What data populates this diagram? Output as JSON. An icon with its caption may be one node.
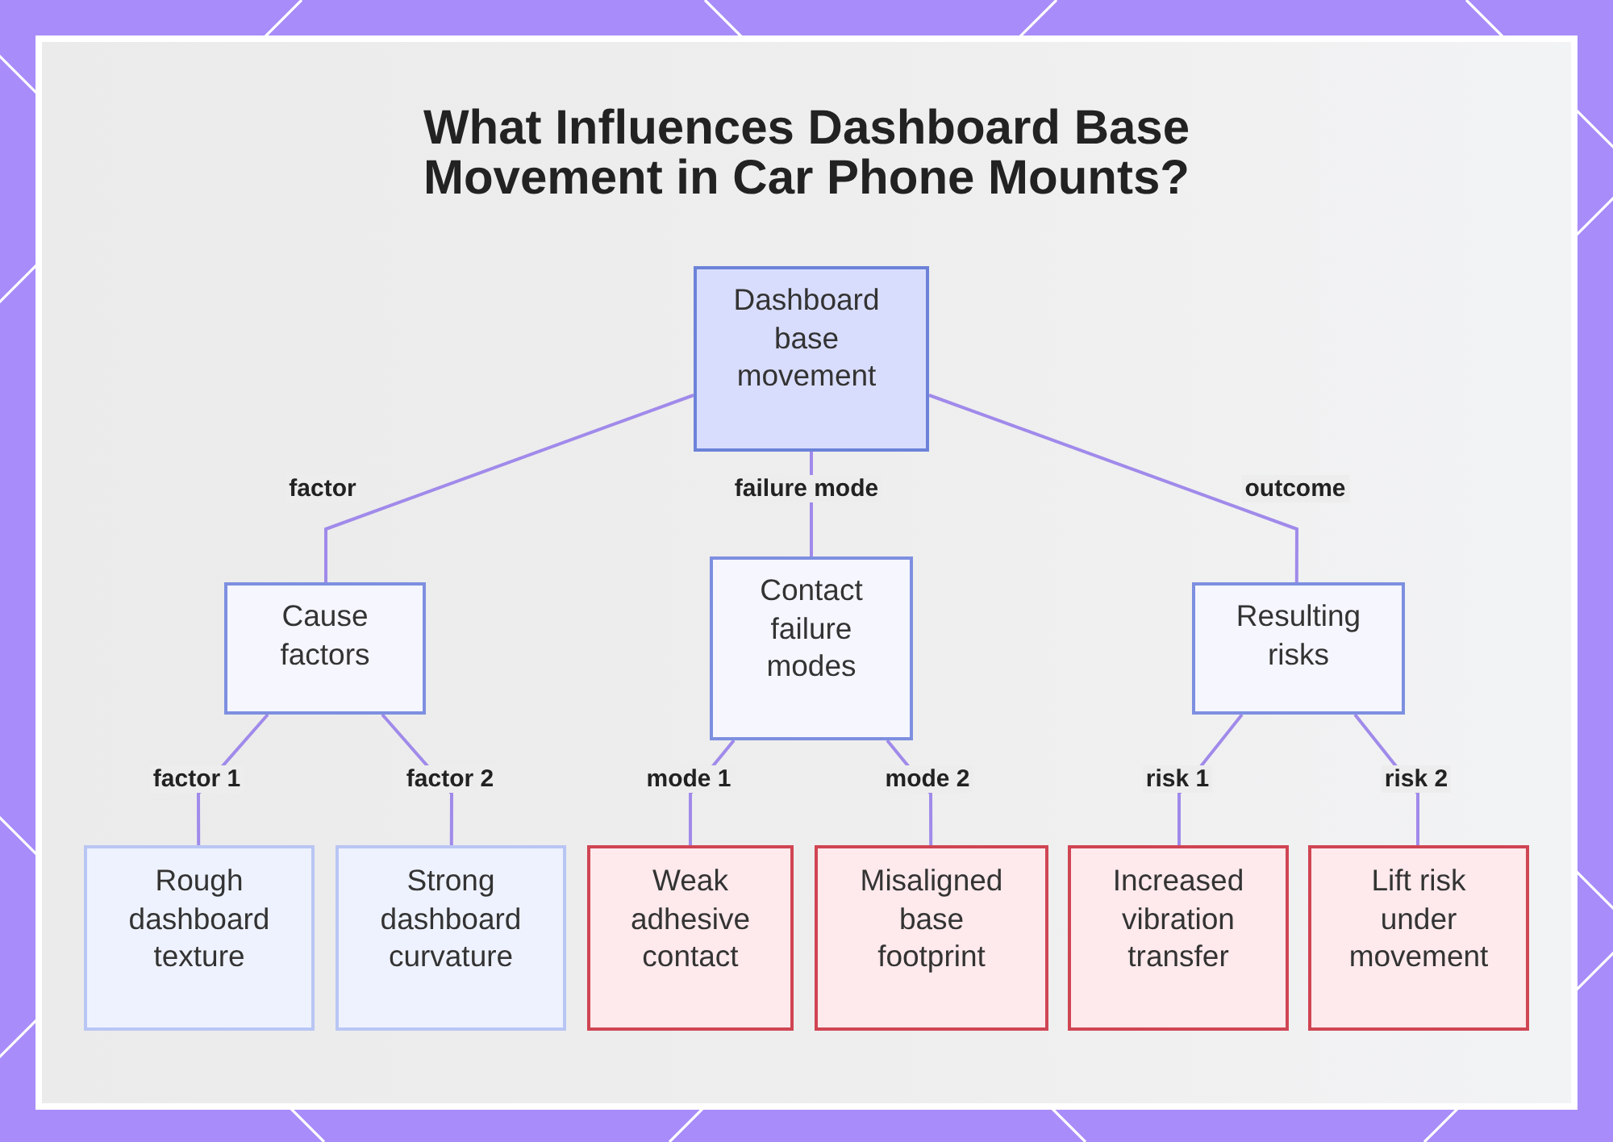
{
  "diagram": {
    "title": "What Influences Dashboard Base Movement in Car Phone Mounts?",
    "nodes": [
      {
        "text": [
          "Dashboard base movement"
        ]
      },
      {
        "text": [
          "Cause factors"
        ]
      },
      {
        "text": [
          "Contact failure modes"
        ]
      },
      {
        "text": [
          "Resulting risks"
        ]
      },
      {
        "text": [
          "Rough dashboard texture"
        ]
      },
      {
        "text": [
          "Strong dashboard curvature"
        ]
      },
      {
        "text": [
          "Weak adhesive contact"
        ]
      },
      {
        "text": [
          "Misaligned base footprint"
        ]
      },
      {
        "text": [
          "Increased vibration transfer"
        ]
      },
      {
        "text": [
          "Lift risk under movement"
        ]
      }
    ],
    "edges": [
      {
        "from": 0,
        "to": 1,
        "arrow": "none",
        "label": "factor"
      },
      {
        "from": 0,
        "to": 2,
        "arrow": "none",
        "label": "failure mode"
      },
      {
        "from": 0,
        "to": 3,
        "arrow": "none",
        "label": "outcome"
      },
      {
        "from": 1,
        "to": 4,
        "arrow": "none",
        "label": "factor 1"
      },
      {
        "from": 1,
        "to": 5,
        "arrow": "none",
        "label": "factor 2"
      },
      {
        "from": 2,
        "to": 6,
        "arrow": "none",
        "label": "mode 1"
      },
      {
        "from": 2,
        "to": 7,
        "arrow": "none",
        "label": "mode 2"
      },
      {
        "from": 3,
        "to": 8,
        "arrow": "none",
        "label": "risk 1"
      },
      {
        "from": 3,
        "to": 9,
        "arrow": "none",
        "label": "risk 2"
      }
    ]
  }
}
